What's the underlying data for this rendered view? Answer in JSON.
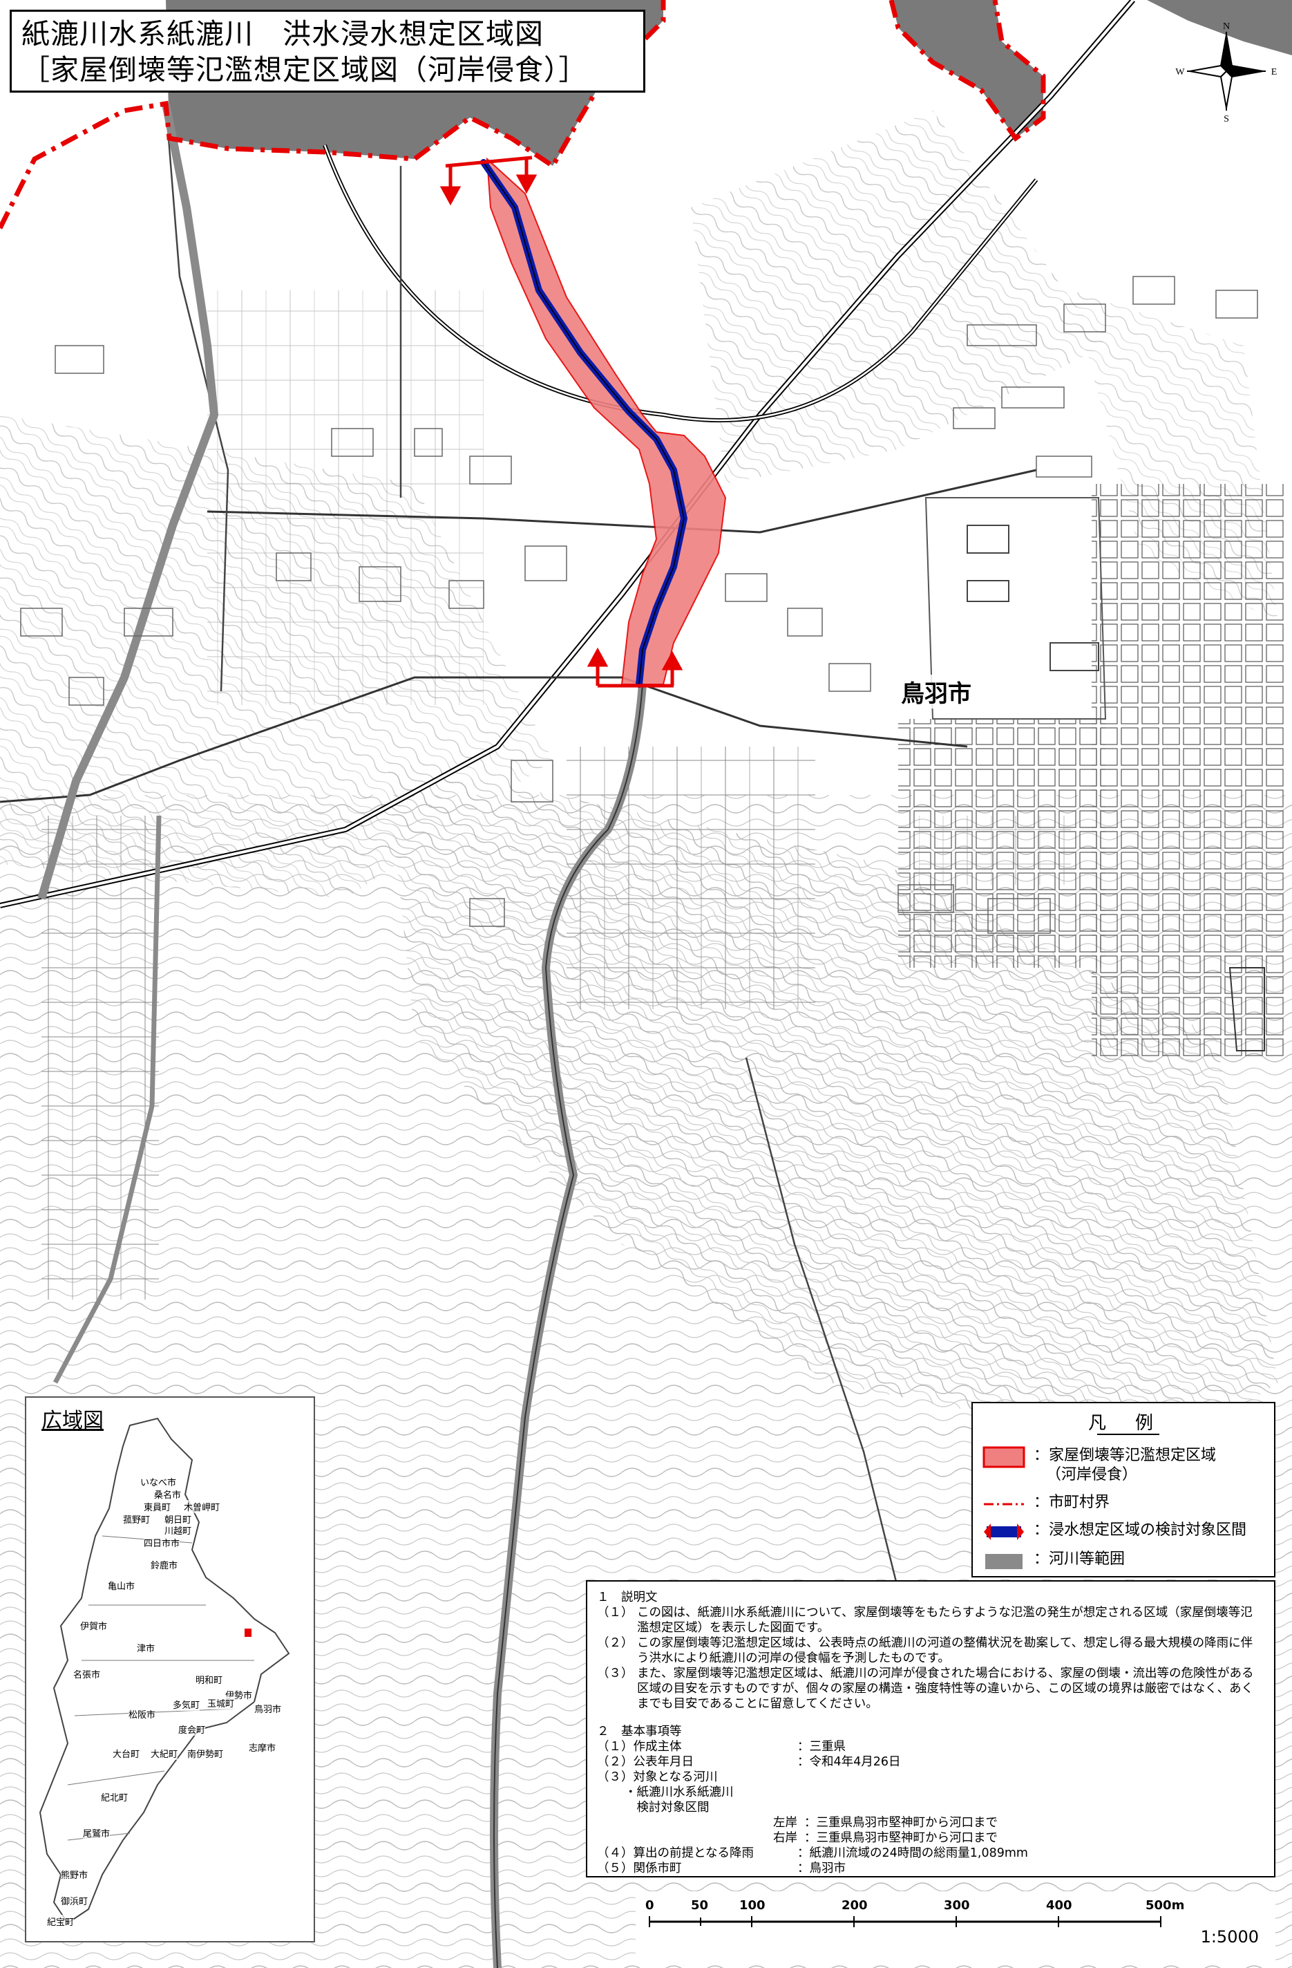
{
  "title": {
    "line1": "紙漉川水系紙漉川　洪水浸水想定区域図",
    "line2": "［家屋倒壊等氾濫想定区域図（河岸侵食）］"
  },
  "compass": {
    "n": "N",
    "s": "S",
    "e": "E",
    "w": "W"
  },
  "city_label": "鳥羽市",
  "inset": {
    "title": "広域図",
    "municipalities": [
      "いなべ市",
      "桑名市",
      "東員町",
      "木曽岬町",
      "菰野町",
      "朝日町",
      "川越町",
      "四日市市",
      "鈴鹿市",
      "亀山市",
      "伊賀市",
      "津市",
      "名張市",
      "明和町",
      "伊勢市",
      "鳥羽市",
      "多気町",
      "玉城町",
      "松阪市",
      "度会町",
      "大台町",
      "大紀町",
      "南伊勢町",
      "志摩市",
      "紀北町",
      "尾鷲市",
      "熊野市",
      "御浜町",
      "紀宝町"
    ]
  },
  "legend": {
    "title": "凡　例",
    "items": [
      {
        "label": "：家屋倒壊等氾濫想定区域",
        "sub": "（河岸侵食）"
      },
      {
        "label": "：市町村界"
      },
      {
        "label": "：浸水想定区域の検討対象区間"
      },
      {
        "label": "：河川等範囲"
      }
    ]
  },
  "notes": {
    "h1": "１　説明文",
    "p1n": "（１）",
    "p1": "この図は、紙漉川水系紙漉川について、家屋倒壊等をもたらすような氾濫の発生が想定される区域（家屋倒壊等氾濫想定区域）を表示した図面です。",
    "p2n": "（２）",
    "p2": "この家屋倒壊等氾濫想定区域は、公表時点の紙漉川の河道の整備状況を勘案して、想定し得る最大規模の降雨に伴う洪水により紙漉川の河岸の侵食幅を予測したものです。",
    "p3n": "（３）",
    "p3": "また、家屋倒壊等氾濫想定区域は、紙漉川の河岸が侵食された場合における、家屋の倒壊・流出等の危険性がある区域の目安を示すものですが、個々の家屋の構造・強度特性等の違いから、この区域の境界は厳密ではなく、あくまでも目安であることに留意してください。",
    "h2": "２　基本事項等",
    "i1k": "（１）作成主体",
    "i1v": "：三重県",
    "i2k": "（２）公表年月日",
    "i2v": "：令和4年4月26日",
    "i3k": "（３）対象となる河川",
    "i3a": "・紙漉川水系紙漉川",
    "i3b": "　検討対象区間",
    "i3l": "左岸",
    "i3lv": "：三重県鳥羽市堅神町から河口まで",
    "i3r": "右岸",
    "i3rv": "：三重県鳥羽市堅神町から河口まで",
    "i4k": "（４）算出の前提となる降雨",
    "i4v": "：紙漉川流域の24時間の総雨量1,089mm",
    "i5k": "（５）関係市町",
    "i5v": "：鳥羽市"
  },
  "scale": {
    "ticks": [
      "0",
      "50",
      "100",
      "200",
      "300",
      "400",
      "500m"
    ],
    "ratio": "1:5000"
  },
  "colors": {
    "flood_zone": "#f08080",
    "boundary": "#e60000",
    "study_section": "#0a1aa8",
    "river_area": "#8a8a8a",
    "sea": "#7a7a7a"
  }
}
